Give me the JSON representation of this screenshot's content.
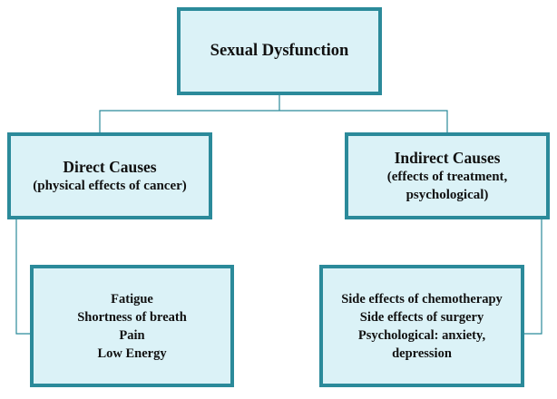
{
  "diagram": {
    "root": {
      "label": "Sexual Dysfunction"
    },
    "branches": [
      {
        "title": "Direct Causes",
        "subtitle": [
          "(physical effects of cancer)"
        ],
        "items": [
          "Fatigue",
          "Shortness of breath",
          "Pain",
          "Low Energy"
        ]
      },
      {
        "title": "Indirect Causes",
        "subtitle": [
          "(effects of treatment,",
          "psychological)"
        ],
        "items": [
          "Side effects of chemotherapy",
          "Side effects of surgery",
          "Psychological: anxiety,",
          "depression"
        ]
      }
    ],
    "colors": {
      "box_fill": "#dbf2f7",
      "box_border": "#2b8a9a",
      "connector": "#2b8a9a"
    }
  }
}
